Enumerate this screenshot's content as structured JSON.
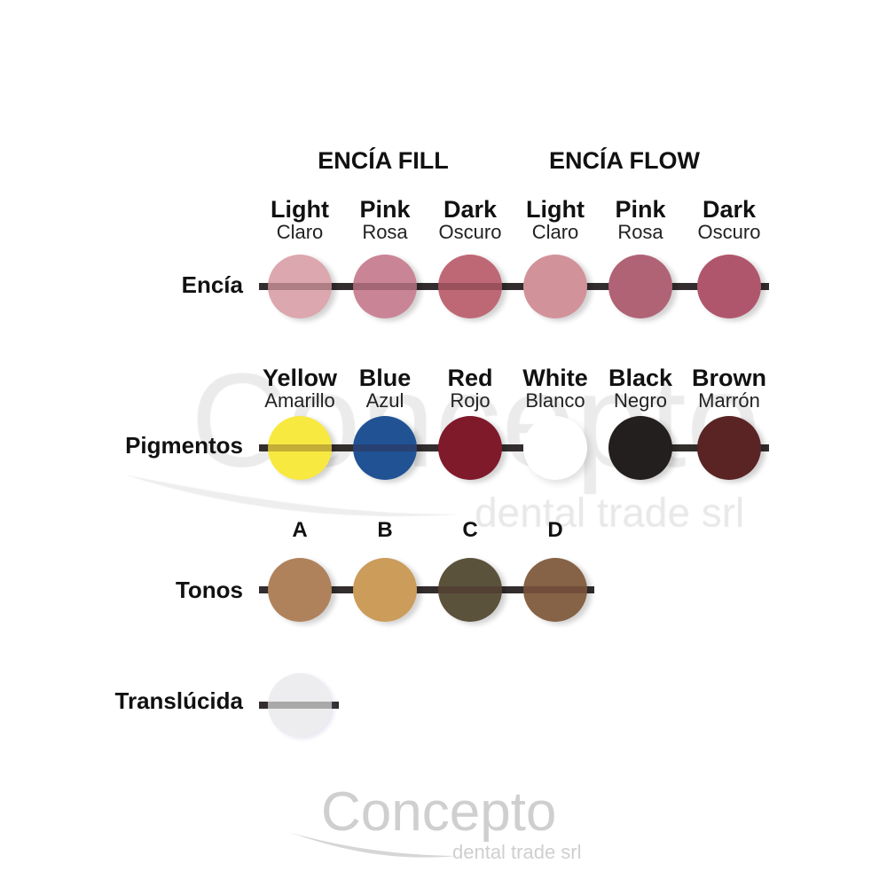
{
  "groups": {
    "fill": "ENCÍA FILL",
    "flow": "ENCÍA FLOW"
  },
  "encia": {
    "label": "Encía",
    "items": [
      {
        "name": "Light",
        "sub": "Claro",
        "color": "#dca7ae"
      },
      {
        "name": "Pink",
        "sub": "Rosa",
        "color": "#c98596"
      },
      {
        "name": "Dark",
        "sub": "Oscuro",
        "color": "#bf6875"
      },
      {
        "name": "Light",
        "sub": "Claro",
        "color": "#d29299"
      },
      {
        "name": "Pink",
        "sub": "Rosa",
        "color": "#b06375"
      },
      {
        "name": "Dark",
        "sub": "Oscuro",
        "color": "#b0566c"
      }
    ]
  },
  "pigmentos": {
    "label": "Pigmentos",
    "items": [
      {
        "name": "Yellow",
        "sub": "Amarillo",
        "color": "#f8e940"
      },
      {
        "name": "Blue",
        "sub": "Azul",
        "color": "#215394"
      },
      {
        "name": "Red",
        "sub": "Rojo",
        "color": "#7f1a2b"
      },
      {
        "name": "White",
        "sub": "Blanco",
        "color": "#ffffff"
      },
      {
        "name": "Black",
        "sub": "Negro",
        "color": "#231f1e"
      },
      {
        "name": "Brown",
        "sub": "Marrón",
        "color": "#5a2424"
      }
    ]
  },
  "tonos": {
    "label": "Tonos",
    "items": [
      {
        "name": "A",
        "color": "#b0825c"
      },
      {
        "name": "B",
        "color": "#cb9c5a"
      },
      {
        "name": "C",
        "color": "#5b523c"
      },
      {
        "name": "D",
        "color": "#866346"
      }
    ]
  },
  "translucida": {
    "label": "Translúcida",
    "color": "#ececee"
  },
  "logo": {
    "name": "Concepto",
    "tagline": "dental trade srl"
  }
}
